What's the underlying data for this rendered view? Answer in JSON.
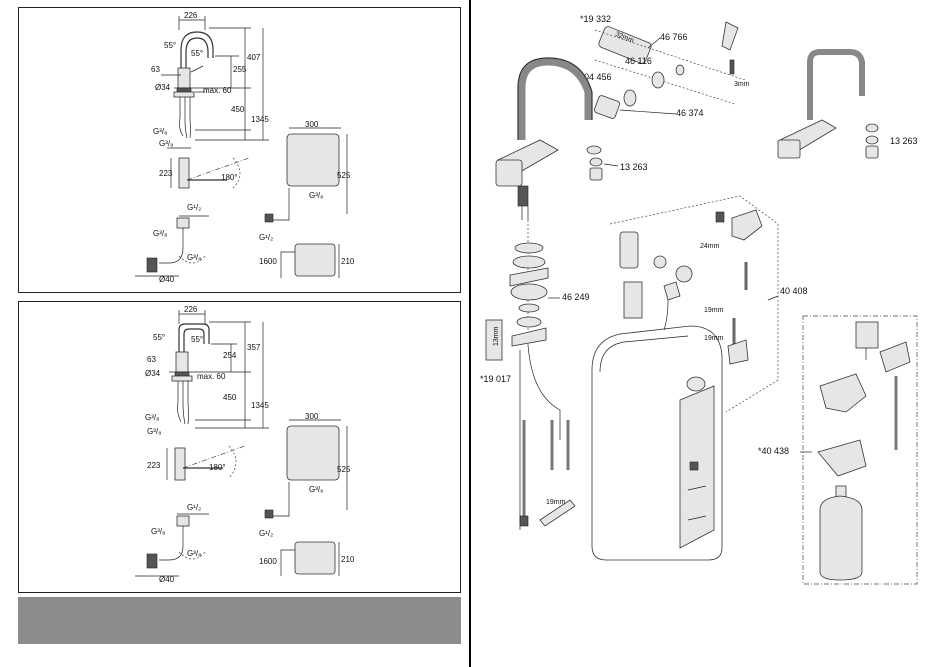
{
  "dims": {
    "d226": "226",
    "a55": "55°",
    "d407": "407",
    "d357": "357",
    "d255": "255",
    "d254": "254",
    "d63": "63",
    "o34": "Ø34",
    "max60": "max. 60",
    "d450": "450",
    "d1345": "1345",
    "g38": "G³/₈",
    "d223": "223",
    "a180": "180°",
    "d300": "300",
    "d525": "525",
    "g12": "G¹/₂",
    "d1600": "1600",
    "d210": "210",
    "o40": "Ø40"
  },
  "parts": {
    "p19332": "*19 332",
    "p46766": "46 766",
    "p46116": "46 116",
    "p04456": "04 456",
    "p46374": "46 374",
    "p13263": "13 263",
    "p46249": "46 249",
    "p19017": "*19 017",
    "p40408": "40 408",
    "p40438": "*40 438",
    "m24": "24mm",
    "m19": "19mm",
    "m32": "32mm",
    "m13": "13mm",
    "m3": "3mm"
  }
}
